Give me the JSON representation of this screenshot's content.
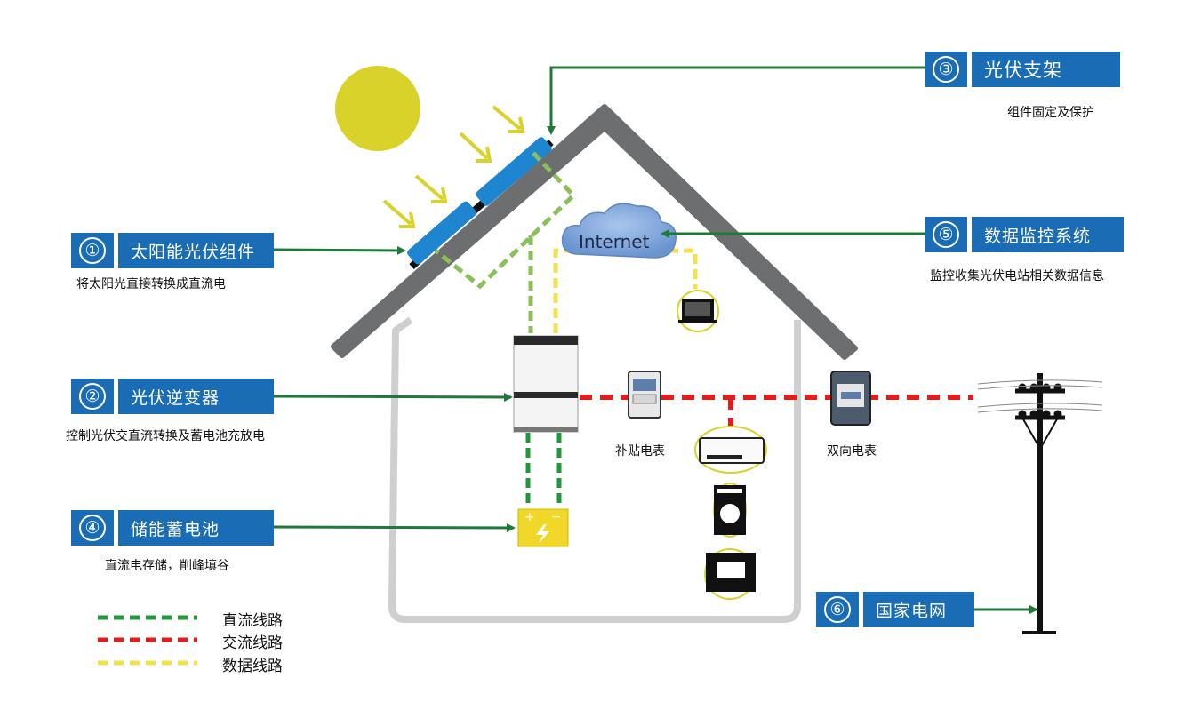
{
  "components": [
    {
      "num": "①",
      "title": "太阳能光伏组件",
      "desc": "将太阳光直接转换成直流电"
    },
    {
      "num": "②",
      "title": "光伏逆变器",
      "desc": "控制光伏交直流转换及蓄电池充放电"
    },
    {
      "num": "③",
      "title": "光伏支架",
      "desc": "组件固定及保护"
    },
    {
      "num": "④",
      "title": "储能蓄电池",
      "desc": "直流电存储，削峰填谷"
    },
    {
      "num": "⑤",
      "title": "数据监控系统",
      "desc": "监控收集光伏电站相关数据信息"
    },
    {
      "num": "⑥",
      "title": "国家电网",
      "desc": ""
    }
  ],
  "labels": {
    "internet": "Internet",
    "subsidy_meter": "补贴电表",
    "bidirectional_meter": "双向电表"
  },
  "legend": [
    {
      "label": "直流线路",
      "color": "#1e9a3c"
    },
    {
      "label": "交流线路",
      "color": "#e11d1d"
    },
    {
      "label": "数据线路",
      "color": "#f0e24a"
    }
  ],
  "colors": {
    "label_blue": "#1a6cb5",
    "roof_gray": "#6d6e70",
    "wall_gray": "#cfcfd0",
    "sun": "#d8d22a",
    "panel_blue": "#1e86d1",
    "arrow_green": "#1f7a3a",
    "dc_line_green": "#1e9a3c",
    "panel_dc_green": "#8bbf5a",
    "ac_line_red": "#e11d1d",
    "data_line_yellow": "#f0e24a",
    "cloud_blue": "#7ea6da"
  }
}
